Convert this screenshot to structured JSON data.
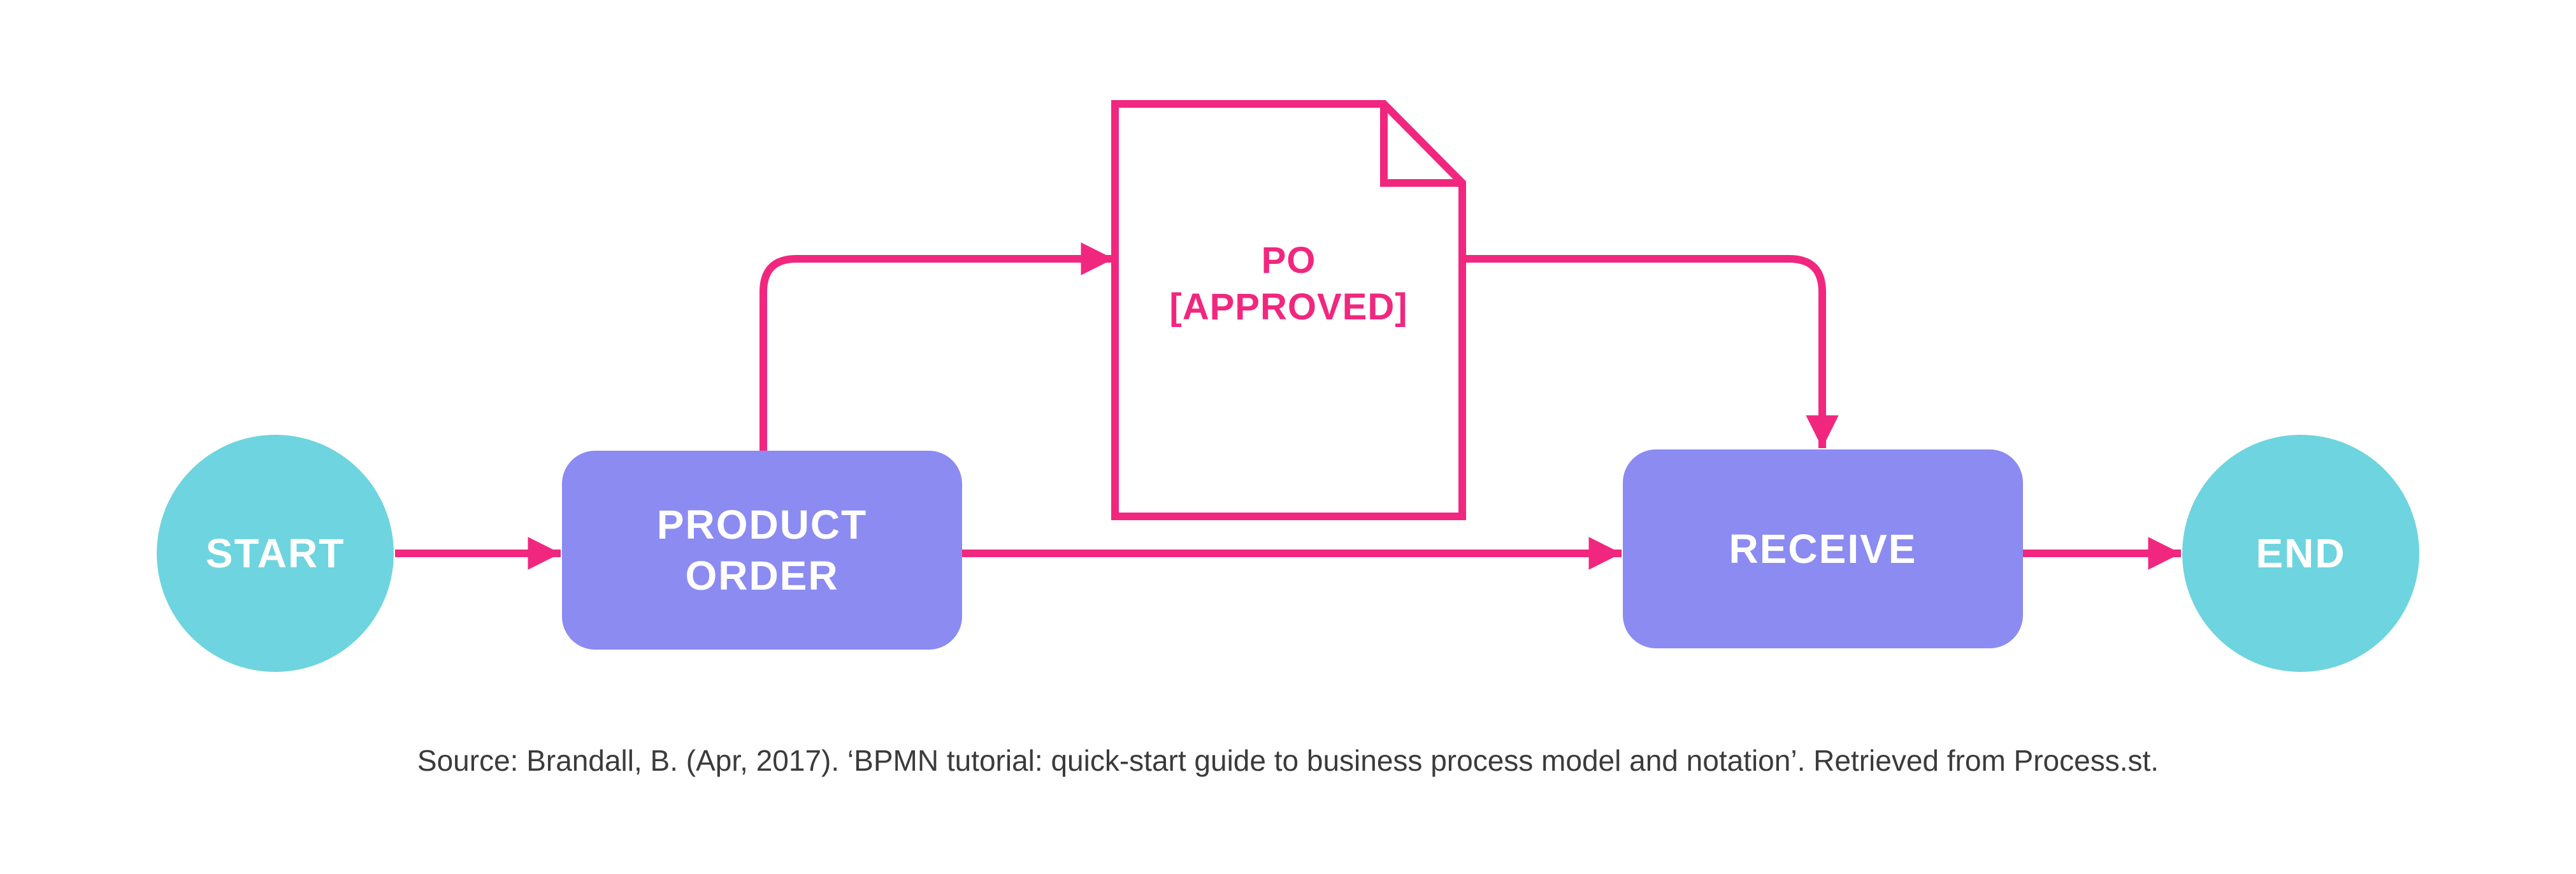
{
  "diagram": {
    "nodes": {
      "start": {
        "type": "start-event",
        "label": "START"
      },
      "product_order": {
        "type": "task",
        "label_line1": "PRODUCT",
        "label_line2": "ORDER"
      },
      "po_document": {
        "type": "data-object",
        "label_line1": "PO",
        "label_line2": "[APPROVED]"
      },
      "receive": {
        "type": "task",
        "label": "RECEIVE"
      },
      "end": {
        "type": "end-event",
        "label": "END"
      }
    },
    "edges": [
      {
        "from": "start",
        "to": "product_order"
      },
      {
        "from": "product_order",
        "to": "po_document"
      },
      {
        "from": "product_order",
        "to": "receive"
      },
      {
        "from": "po_document",
        "to": "receive"
      },
      {
        "from": "receive",
        "to": "end"
      }
    ],
    "colors": {
      "event_fill": "#6ED4DF",
      "task_fill": "#8B8BF2",
      "flow_pink": "#F1277F",
      "document_outline": "#F1277F",
      "document_fill": "#FFFFFF",
      "label_text": "#FFFFFF",
      "source_text": "#3B3B3B",
      "background": "#FFFFFF"
    }
  },
  "footer": {
    "source": "Source: Brandall, B. (Apr, 2017). ‘BPMN tutorial: quick-start guide to business process model and notation’. Retrieved from Process.st."
  }
}
